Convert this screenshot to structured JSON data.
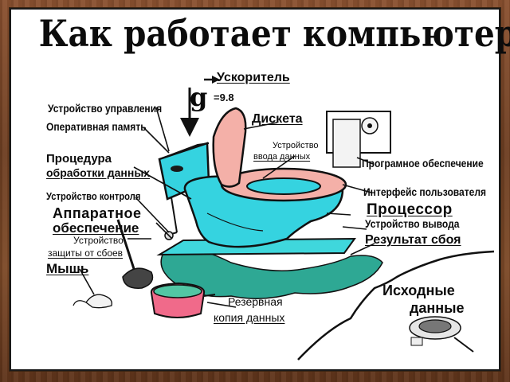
{
  "title": "Как работает компьютер",
  "accelerator": {
    "symbol": "g",
    "value": "=9.8",
    "label": "Ускоритель"
  },
  "labels": {
    "control_unit": "Устройство управления",
    "ram": "Оперативная память",
    "procedure_line1": "Процедура",
    "procedure_line2": "обработки данных",
    "control_device": "Устройство контроля",
    "hardware_line1": "Аппаратное",
    "hardware_line2": "обеспечение",
    "protection_line1": "Устройство",
    "protection_line2": "защиты от сбоев",
    "mouse": "Мышь",
    "diskette": "Дискета",
    "input_line1": "Устройство",
    "input_line2": "ввода данных",
    "software": "Програмное обеспечение",
    "interface": "Интерфейс пользователя",
    "processor": "Процессор",
    "output_device": "Устройство вывода",
    "failure_result": "Результат сбоя",
    "backup_line1": "Резервная",
    "backup_line2": "копия данных",
    "source_line1": "Исходные",
    "source_line2": "данные"
  },
  "colors": {
    "toilet_cyan": "#35d3e0",
    "seat_pink": "#f4b0a8",
    "water_cyan": "#3fd7dc",
    "puddle_green": "#2ea894",
    "pot_pink": "#f06a8a",
    "pot_green": "#52c6a4",
    "outline": "#111111"
  }
}
